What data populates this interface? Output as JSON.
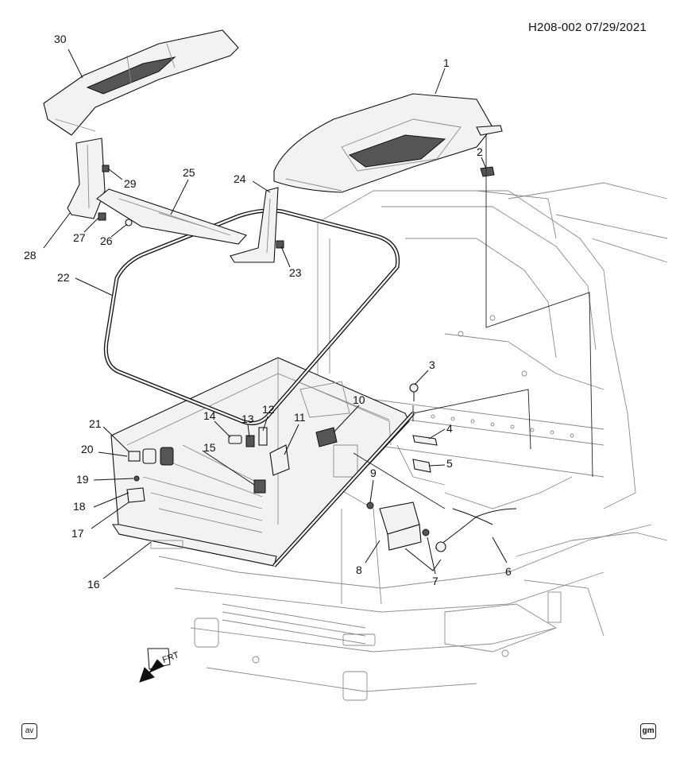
{
  "header": {
    "code": "H208-002 07/29/2021"
  },
  "badges": {
    "bottom_left": "av",
    "bottom_right": "gm"
  },
  "orientation": {
    "text": "FRT"
  },
  "callouts": [
    {
      "id": "1",
      "text": "1"
    },
    {
      "id": "2",
      "text": "2"
    },
    {
      "id": "3",
      "text": "3"
    },
    {
      "id": "4",
      "text": "4"
    },
    {
      "id": "5",
      "text": "5"
    },
    {
      "id": "6",
      "text": "6"
    },
    {
      "id": "7",
      "text": "7"
    },
    {
      "id": "8",
      "text": "8"
    },
    {
      "id": "9",
      "text": "9"
    },
    {
      "id": "10",
      "text": "10"
    },
    {
      "id": "11",
      "text": "11"
    },
    {
      "id": "12",
      "text": "12"
    },
    {
      "id": "13",
      "text": "13"
    },
    {
      "id": "14",
      "text": "14"
    },
    {
      "id": "15",
      "text": "15"
    },
    {
      "id": "16",
      "text": "16"
    },
    {
      "id": "17",
      "text": "17"
    },
    {
      "id": "18",
      "text": "18"
    },
    {
      "id": "19",
      "text": "19"
    },
    {
      "id": "20",
      "text": "20"
    },
    {
      "id": "21",
      "text": "21"
    },
    {
      "id": "22",
      "text": "22"
    },
    {
      "id": "23",
      "text": "23"
    },
    {
      "id": "24",
      "text": "24"
    },
    {
      "id": "25",
      "text": "25"
    },
    {
      "id": "26",
      "text": "26"
    },
    {
      "id": "27",
      "text": "27"
    },
    {
      "id": "28",
      "text": "28"
    },
    {
      "id": "29",
      "text": "29"
    },
    {
      "id": "30",
      "text": "30"
    }
  ],
  "colors": {
    "ink": "#111111",
    "line_gray": "#8a8a8a",
    "part_fill": "#f2f2f2",
    "background": "#ffffff"
  }
}
